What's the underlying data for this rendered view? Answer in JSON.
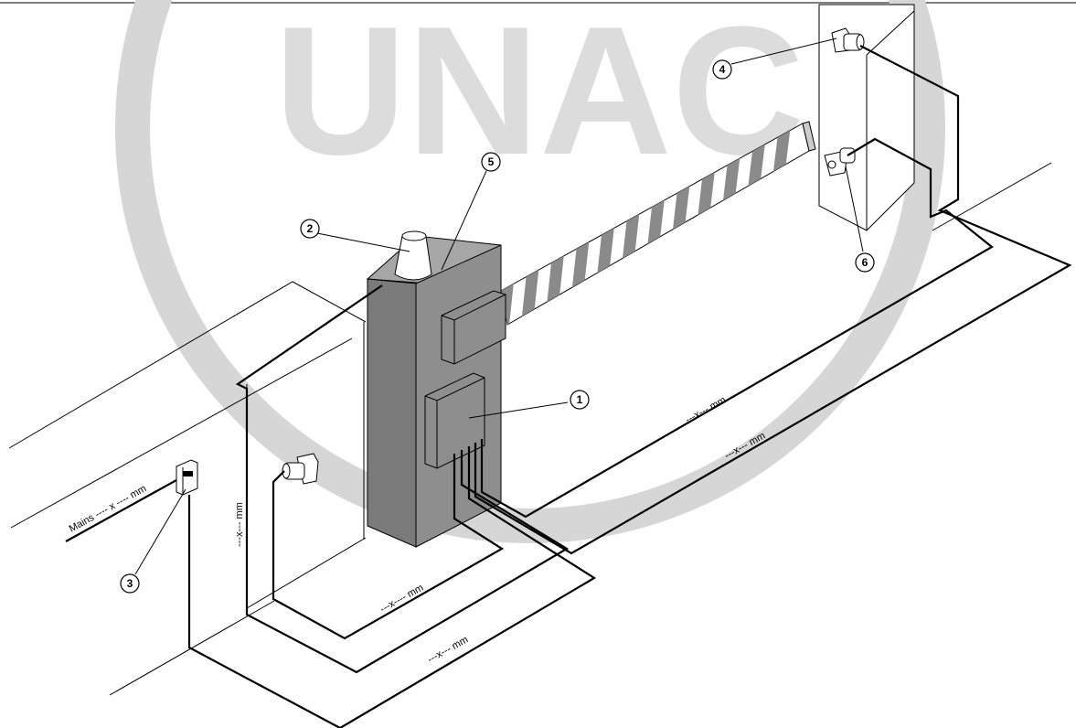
{
  "watermark": {
    "text": "UNAC",
    "color": "#d3d3d3"
  },
  "colors": {
    "cabinet_front": "#8e8e8e",
    "cabinet_side": "#7a7a7a",
    "cabinet_top": "#a6a6a6",
    "stripe": "#8a8a8a"
  },
  "callouts": [
    "1",
    "2",
    "3",
    "4",
    "5",
    "6"
  ],
  "cable_labels": {
    "mains": "Mains ---- x ---- mm",
    "vertical": "---x--- mm",
    "ground_inner": "---x---- mm",
    "ground_outer": "---x--- mm",
    "right_upper": "---x--- mm",
    "right_lower": "---x--- mm"
  }
}
